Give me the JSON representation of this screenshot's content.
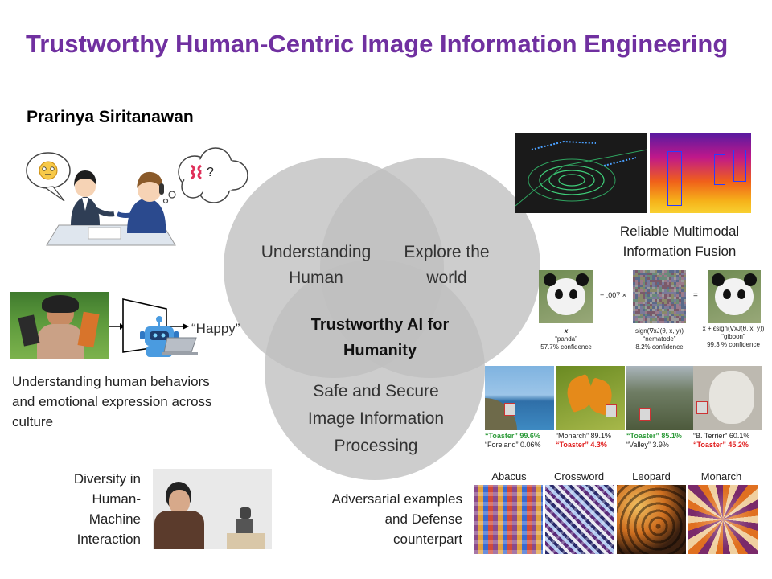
{
  "slide": {
    "title": "Trustworthy Human-Centric Image Information Engineering",
    "author": "Prarinya Siritanawan"
  },
  "venn": {
    "top_left": "Understanding Human",
    "top_left_l1": "Understanding",
    "top_left_l2": "Human",
    "top_right_l1": "Explore the",
    "top_right_l2": "world",
    "center_l1": "Trustworthy AI for",
    "center_l2": "Humanity",
    "bottom_l1": "Safe and Secure",
    "bottom_l2": "Image Information",
    "bottom_l3": "Processing"
  },
  "left": {
    "bubble_question": "?",
    "robot_output": "“Happy”",
    "caption_l1": "Understanding human behaviors",
    "caption_l2": "and emotional expression across",
    "caption_l3": "culture",
    "diversity_l1": "Diversity in",
    "diversity_l2": "Human-",
    "diversity_l3": "Machine",
    "diversity_l4": "Interaction"
  },
  "right": {
    "fusion_l1": "Reliable Multimodal",
    "fusion_l2": "Information Fusion",
    "panda": {
      "plus": "+ .007 ×",
      "equals": "=",
      "c1_var": "x",
      "c1_name": "“panda”",
      "c1_conf": "57.7% confidence",
      "c2_var": "sign(∇xJ(θ, x, y))",
      "c2_name": "“nematode”",
      "c2_conf": "8.2% confidence",
      "c3_var": "x + ϵsign(∇xJ(θ, x, y))",
      "c3_name": "“gibbon”",
      "c3_conf": "99.3 % confidence"
    },
    "toaster": [
      {
        "l1a": "“Toaster”",
        "l1b": " 99.6%",
        "l1_red": false,
        "l2a": "“Foreland”",
        "l2b": " 0.06%",
        "l2_red": false
      },
      {
        "l1a": "“Monarch”",
        "l1b": " 89.1%",
        "l1_red": false,
        "l2a": "“Toaster”",
        "l2b": " 4.3%",
        "l2_red": true
      },
      {
        "l1a": "“Toaster”",
        "l1b": " 85.1%",
        "l1_red": false,
        "l2a": "“Valley”",
        "l2b": " 3.9%",
        "l2_red": false
      },
      {
        "l1a": "“B. Terrier”",
        "l1b": " 60.1%",
        "l1_red": false,
        "l2a": "“Toaster”",
        "l2b": " 45.2%",
        "l2_red": true
      }
    ],
    "adv_l1": "Adversarial examples",
    "adv_l2": "and Defense",
    "adv_l3": "counterpart",
    "patch_labels": [
      "Abacus",
      "Crossword",
      "Leopard",
      "Monarch"
    ]
  },
  "colors": {
    "title": "#7030a0",
    "circle": "#bfbfbf",
    "toaster_green": "#2e9b3a",
    "toaster_red": "#e02020"
  }
}
